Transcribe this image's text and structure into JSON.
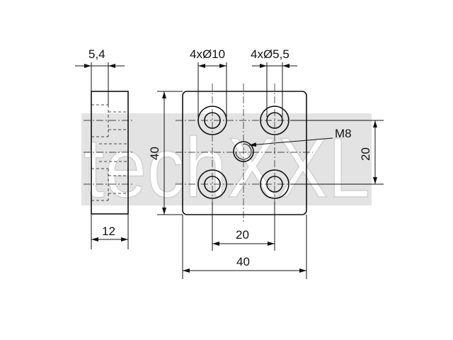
{
  "drawing": {
    "watermark": {
      "text": "techXXL",
      "color": "#d4d4d4"
    },
    "side_view": {
      "dim_recess_depth": "5,4",
      "dim_thickness": "12"
    },
    "front_view": {
      "dim_counterbore": "4xØ10",
      "dim_through_hole": "4xØ5,5",
      "dim_thread": "M8",
      "dim_height": "40",
      "dim_hole_spacing_vertical": "20",
      "dim_hole_spacing_horizontal": "20",
      "dim_width": "40"
    },
    "colors": {
      "line": "#111111",
      "background": "#ffffff"
    }
  }
}
